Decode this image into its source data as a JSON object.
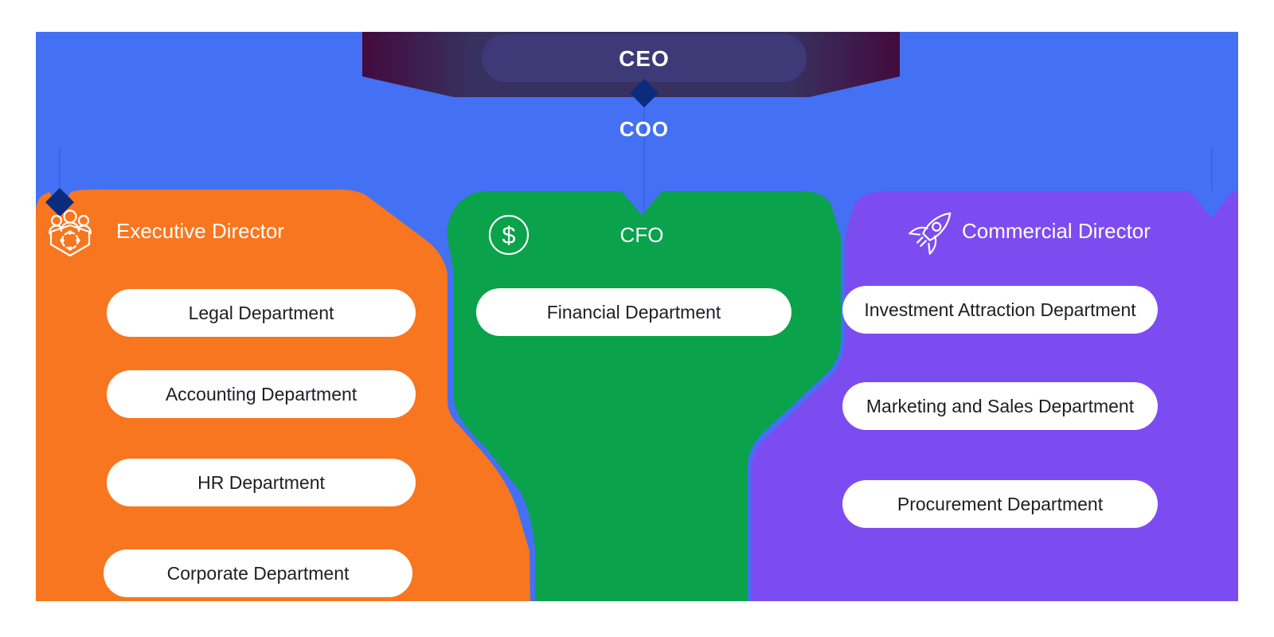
{
  "org_chart": {
    "ceo": {
      "label": "CEO"
    },
    "coo": {
      "label": "COO"
    },
    "sections": [
      {
        "title": "Executive Director",
        "icon": "team-icon",
        "color": "#f8761f",
        "departments": [
          "Legal Department",
          "Accounting Department",
          "HR Department",
          "Corporate Department"
        ]
      },
      {
        "title": "CFO",
        "icon": "dollar-icon",
        "icon_glyph": "$",
        "color": "#0aa24a",
        "departments": [
          "Financial Department"
        ]
      },
      {
        "title": "Commercial Director",
        "icon": "rocket-icon",
        "color": "#7d4cf0",
        "departments": [
          "Investment Attraction Department",
          "Marketing and Sales Department",
          "Procurement Department"
        ]
      }
    ]
  },
  "colors": {
    "panel_blue": "#4470f3",
    "ceo_pill": "#3e3a77",
    "banner_center": "#38305f",
    "banner_edge": "#430a3e",
    "arrow_diamond": "#0b2b7c",
    "pill_bg": "#ffffff",
    "connector": "#1e46c8"
  }
}
